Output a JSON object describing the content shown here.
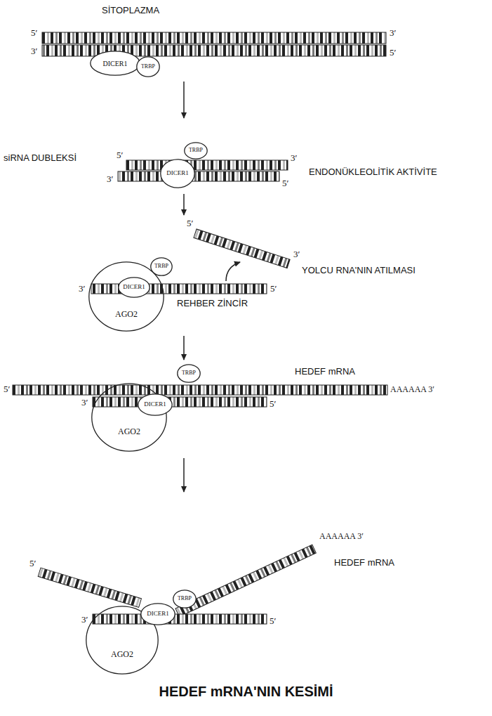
{
  "diagram": {
    "caption": "HEDEF mRNA'NIN KESİMİ",
    "nodes": [
      {
        "text": [
          "DICER1"
        ]
      },
      {
        "text": [
          "TRBP"
        ]
      },
      {
        "text": [
          "TRBP"
        ]
      },
      {
        "text": [
          "DICER1"
        ]
      },
      {
        "text": [
          "AGO2"
        ]
      },
      {
        "text": [
          "DICER1"
        ],
        "in": 4
      },
      {
        "text": [
          "TRBP"
        ]
      },
      {
        "text": [
          "TRBP"
        ]
      },
      {
        "text": [
          "AGO2"
        ]
      },
      {
        "text": [
          "DICER1"
        ],
        "in": 8
      },
      {
        "text": [
          "TRBP"
        ]
      },
      {
        "text": [
          "AGO2"
        ]
      },
      {
        "text": [
          "DICER1"
        ],
        "in": 11
      }
    ],
    "labels": [
      "SİTOPLAZMA",
      "5′",
      "3′",
      "3′",
      "5′",
      "siRNA DUBLEKSİ",
      "5′",
      "3′",
      "ENDONÜKLEOLİTİK AKTİVİTE",
      "3′",
      "5′",
      "5′",
      "3′",
      "YOLCU RNA'NIN ATILMASI",
      "3′",
      "5′",
      "REHBER ZİNCİR",
      "HEDEF mRNA",
      "5′",
      "AAAAAA 3′",
      "3′",
      "5′",
      "5′",
      "AAAAAA 3′",
      "HEDEF mRNA",
      "3′",
      "5′"
    ]
  }
}
